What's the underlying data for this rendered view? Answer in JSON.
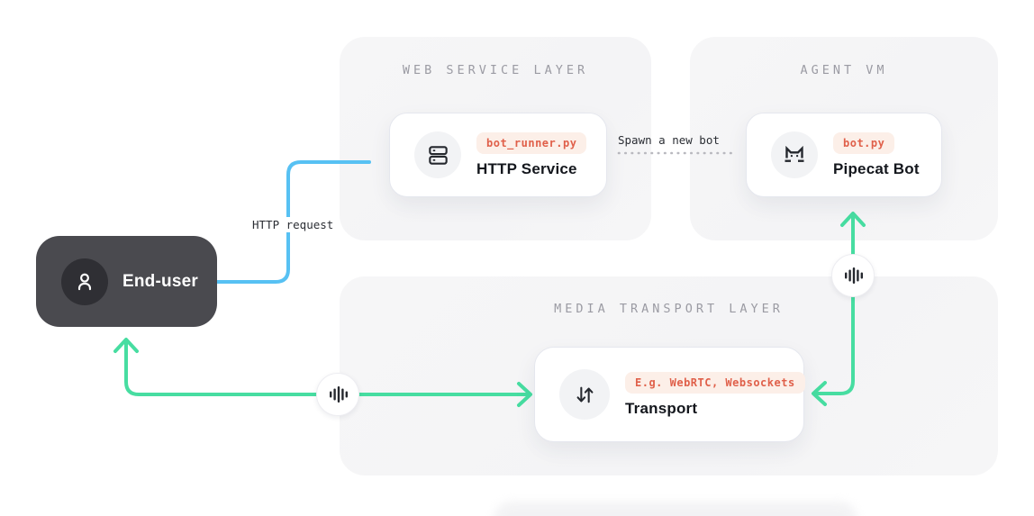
{
  "diagram": {
    "panels": {
      "web_service": {
        "title": "WEB SERVICE LAYER"
      },
      "agent_vm": {
        "title": "AGENT VM"
      },
      "media_transport": {
        "title": "MEDIA TRANSPORT LAYER"
      }
    },
    "nodes": {
      "end_user": {
        "label": "End-user",
        "icon": "user-icon"
      },
      "http_service": {
        "badge": "bot_runner.py",
        "title": "HTTP Service",
        "icon": "server-icon"
      },
      "pipecat_bot": {
        "badge": "bot.py",
        "title": "Pipecat Bot",
        "icon": "cat-icon"
      },
      "transport": {
        "badge": "E.g. WebRTC, Websockets",
        "title": "Transport",
        "icon": "arrows-up-down-icon"
      }
    },
    "edges": {
      "http_request": {
        "label": "HTTP request",
        "style": "solid-blue",
        "from": "end_user",
        "to": "http_service"
      },
      "spawn_bot": {
        "label": "Spawn a new bot",
        "style": "dotted-gray",
        "from": "http_service",
        "to": "pipecat_bot"
      },
      "user_transport_media": {
        "label": "",
        "style": "solid-green-bidirectional",
        "from": "end_user",
        "to": "transport",
        "icon": "audio-waveform-icon"
      },
      "bot_transport_media": {
        "label": "",
        "style": "solid-green-bidirectional",
        "from": "pipecat_bot",
        "to": "transport",
        "icon": "audio-waveform-icon"
      }
    },
    "colors": {
      "http_line": "#57c1f3",
      "media_line": "#47dda1",
      "line_dots": "#b9b9bf",
      "badge_text": "#e0604a",
      "badge_bg": "#fcefe8",
      "panel_title": "#9b9ba3",
      "card_title": "#14171d",
      "mono_label": "#2b2e34",
      "end_user_bg": "#4a4a4f",
      "end_user_circle": "#2f2f34",
      "icon_stroke": "#25282e"
    }
  }
}
